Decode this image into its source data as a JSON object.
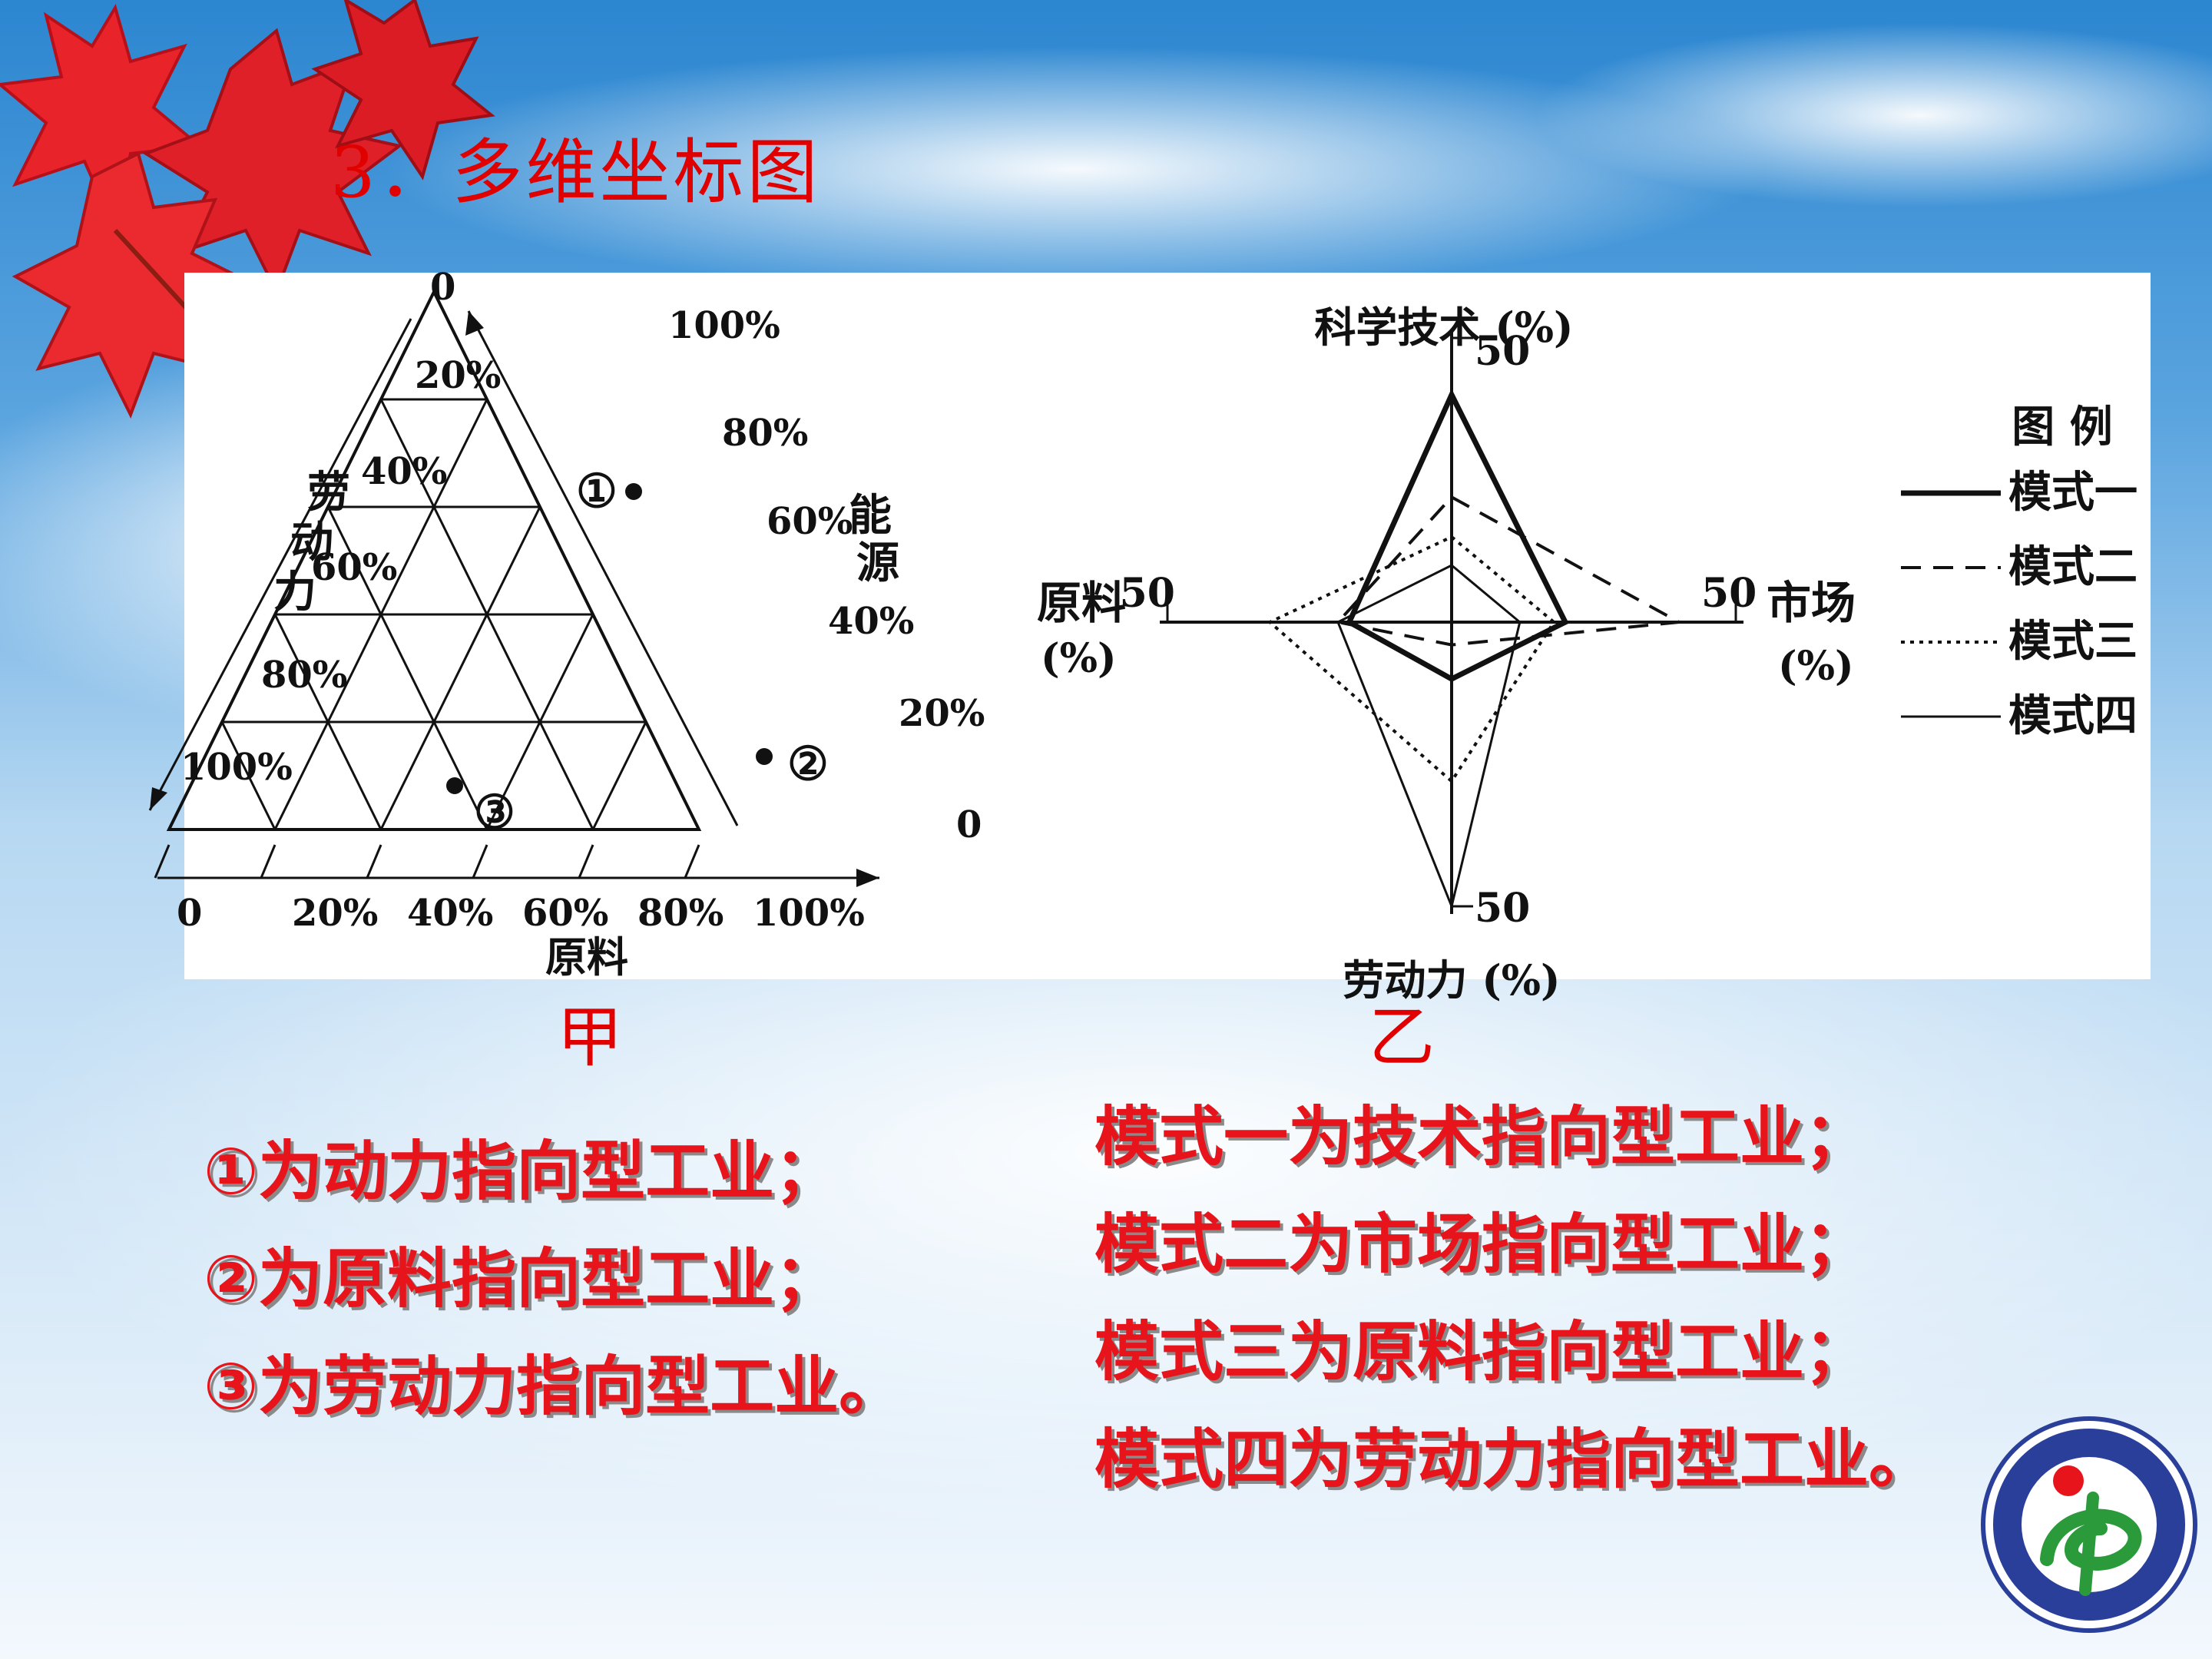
{
  "slide_title": "3．多维坐标图",
  "triangle_chart": {
    "caption": "甲",
    "left_axis_name": "劳动力",
    "right_axis_name": "能源",
    "bottom_axis_name": "原料",
    "apex_label": "0",
    "right_axis_ticks": [
      "100%",
      "80%",
      "60%",
      "40%",
      "20%",
      "0"
    ],
    "left_axis_ticks": [
      "20%",
      "40%",
      "60%",
      "80%",
      "100%"
    ],
    "bottom_axis_ticks": [
      "0",
      "20%",
      "40%",
      "60%",
      "80%",
      "100%"
    ],
    "points": [
      {
        "label": "①",
        "raw_material": 0.35,
        "energy": 0.55,
        "labor": 0.1
      },
      {
        "label": "②",
        "raw_material": 0.8,
        "energy": 0.1,
        "labor": 0.1
      },
      {
        "label": "③",
        "raw_material": 0.2,
        "energy": 0.1,
        "labor": 0.7
      }
    ]
  },
  "radar_chart": {
    "caption": "乙",
    "axes": {
      "top": {
        "name": "科学技术",
        "unit": "(%)",
        "max_label": "50"
      },
      "right": {
        "name": "市场",
        "unit": "(%)",
        "max_label": "50"
      },
      "bottom": {
        "name": "劳动力",
        "unit": "(%)",
        "max_label": "50"
      },
      "left": {
        "name": "原料",
        "unit": "(%)",
        "max_label": "50"
      }
    },
    "legend_title": "图 例",
    "series": [
      {
        "name": "模式一",
        "style": "thick",
        "tech": 40,
        "market": 20,
        "labor": 10,
        "raw": 18
      },
      {
        "name": "模式二",
        "style": "dashed",
        "tech": 22,
        "market": 40,
        "labor": 4,
        "raw": 20
      },
      {
        "name": "模式三",
        "style": "dotted",
        "tech": 15,
        "market": 18,
        "labor": 28,
        "raw": 32
      },
      {
        "name": "模式四",
        "style": "thin",
        "tech": 10,
        "market": 12,
        "labor": 50,
        "raw": 20
      }
    ]
  },
  "conclusions_left": [
    "①为动力指向型工业；",
    "②为原料指向型工业；",
    "③为劳动力指向型工业。"
  ],
  "conclusions_right": [
    "模式一为技术指向型工业；",
    "模式二为市场指向型工业；",
    "模式三为原料指向型工业；",
    "模式四为劳动力指向型工业。"
  ],
  "colors": {
    "accent_red": "#e00000",
    "sky_blue": "#2f86cf"
  }
}
